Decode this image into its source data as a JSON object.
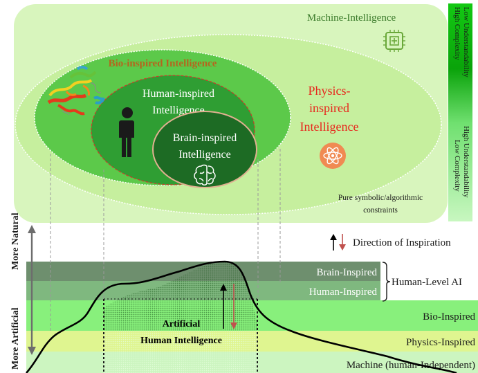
{
  "regions": {
    "machine": "Machine-Intelligence",
    "bio": "Bio-inspired Intelligence",
    "human_line1": "Human-inspired",
    "human_line2": "Intelligence",
    "brain_line1": "Brain-inspired",
    "brain_line2": "Intelligence",
    "physics_line1": "Physics-",
    "physics_line2": "inspired",
    "physics_line3": "Intelligence",
    "symbolic_line1": "Pure symbolic/algorithmic",
    "symbolic_line2": "constraints"
  },
  "gradient_legend": {
    "top_line1": "High Complexity",
    "top_line2": "Low Understandability",
    "bottom_line1": "Low Complexity",
    "bottom_line2": "High Understandability"
  },
  "direction": {
    "label": "Direction of Inspiration"
  },
  "axis": {
    "top": "More Natural",
    "bottom": "More Artificial"
  },
  "bands": {
    "brain": "Brain-Inspired",
    "human": "Human-Inspired",
    "human_level": "Human-Level AI",
    "bio": "Bio-Inspired",
    "physics": "Physics-Inspired",
    "machine": "Machine (human-Independent)"
  },
  "center": {
    "line1": "Artificial",
    "line2": "Human Intelligence"
  },
  "icons": [
    "chip-icon",
    "person-icon",
    "brain-icon",
    "atom-icon",
    "protein-icon"
  ],
  "colors": {
    "panel": "#d6f5b8",
    "bio_ellipse": "#5cc94a",
    "human_ellipse": "#2f9e33",
    "brain_ellipse": "#1d6b24",
    "physics_text": "#e8251c",
    "bio_title": "#b5651d",
    "arrow_red": "#c0504d"
  }
}
